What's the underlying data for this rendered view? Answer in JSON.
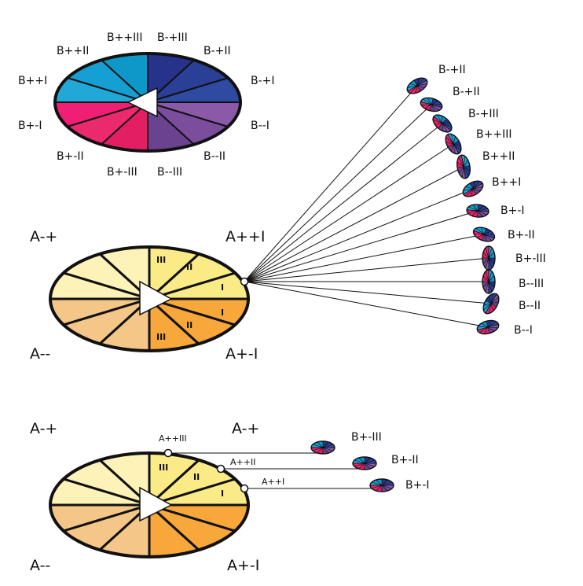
{
  "colors": {
    "b_pp_I": "#22a8d6",
    "b_pp_II": "#169fd2",
    "b_pp_III": "#0e98c9",
    "b_pm_III": "#27338a",
    "b_pm_II": "#2a3f96",
    "b_pm_I": "#2e4aa1",
    "b_mm_I": "#8a5aa8",
    "b_mm_II": "#7a4d9d",
    "b_mm_III": "#6a4290",
    "b_mp_III": "#e31e63",
    "b_mp_II": "#ea2a6c",
    "b_mp_I": "#f01f75",
    "a_mp": "#fdf2b8",
    "a_pp": "#fbeb86",
    "a_pm": "#f8a73a",
    "a_mm": "#f4c789",
    "outline": "#111111"
  },
  "top_wheel": {
    "labels": [
      "B++III",
      "B-+III",
      "B++II",
      "B-+II",
      "B++I",
      "B-+I",
      "B+-I",
      "B--I",
      "B+-II",
      "B--II",
      "B+-III",
      "B--III"
    ]
  },
  "middle_wheel": {
    "quadrant_labels": [
      "A-+",
      "A++I",
      "A--",
      "A+-I"
    ],
    "roman_labels": [
      "III",
      "II",
      "I",
      "I",
      "II",
      "III"
    ],
    "fan_labels": [
      "B-+II",
      "B-+II",
      "B-+III",
      "B++III",
      "B++II",
      "B++I",
      "B+-I",
      "B+-II",
      "B+-III",
      "B--III",
      "B--II",
      "B--I"
    ]
  },
  "bottom_wheel": {
    "quadrant_labels": [
      "A-+",
      "A-+",
      "A--",
      "A+-I"
    ],
    "roman_labels": [
      "III",
      "II",
      "I"
    ],
    "connector_labels": [
      "A++III",
      "A++II",
      "A++I"
    ],
    "target_labels": [
      "B+-III",
      "B+-II",
      "B+-I"
    ]
  }
}
